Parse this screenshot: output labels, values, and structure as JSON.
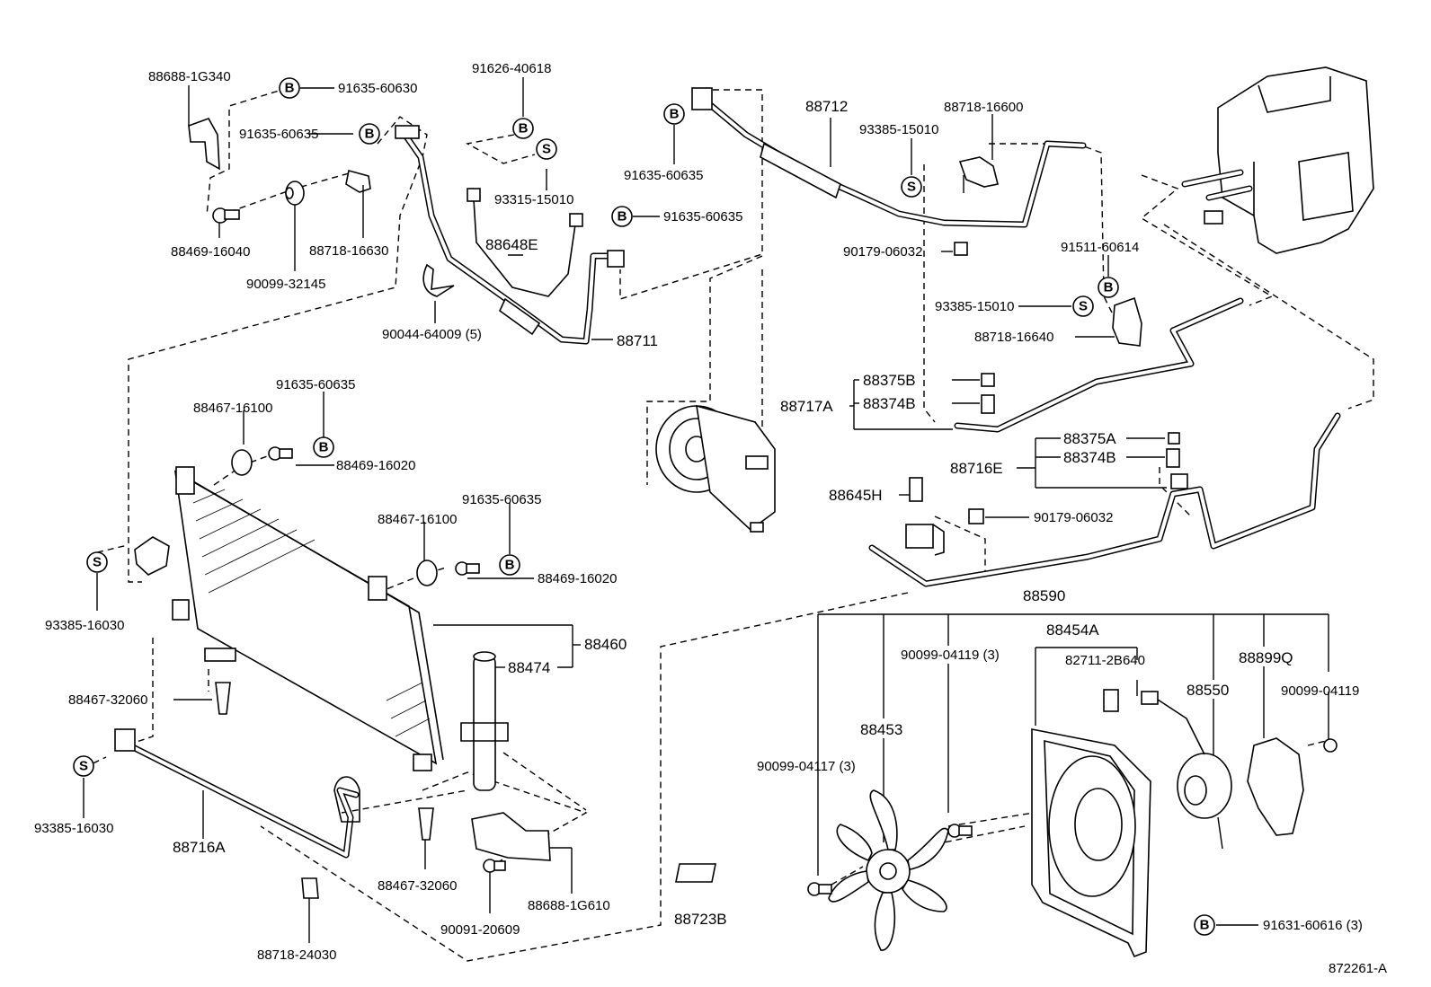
{
  "diagram_id": "872261-A",
  "marks": {
    "B": "B",
    "S": "S"
  },
  "labels": {
    "p88688_1g340": "88688-1G340",
    "p91635_60630": "91635-60630",
    "p91626_40618": "91626-40618",
    "p91635_60635_a": "91635-60635",
    "p93315_15010": "93315-15010",
    "p88469_16040": "88469-16040",
    "p90099_32145": "90099-32145",
    "p88718_16630": "88718-16630",
    "p88648e": "88648E",
    "p90044_64009": "90044-64009 (5)",
    "p88711": "88711",
    "p91635_60635_b": "91635-60635",
    "p91635_60635_c": "91635-60635",
    "p88712": "88712",
    "p88718_16600": "88718-16600",
    "p93385_15010_a": "93385-15010",
    "p90179_06032_a": "90179-06032",
    "p91511_60614": "91511-60614",
    "p93385_15010_b": "93385-15010",
    "p88718_16640": "88718-16640",
    "p88375b": "88375B",
    "p88374b_a": "88374B",
    "p88717a": "88717A",
    "p88375a": "88375A",
    "p88374b_b": "88374B",
    "p88716e": "88716E",
    "p88645h": "88645H",
    "p90179_06032_b": "90179-06032",
    "p91635_60635_d": "91635-60635",
    "p88467_16100_a": "88467-16100",
    "p88469_16020_a": "88469-16020",
    "p91635_60635_e": "91635-60635",
    "p88467_16100_b": "88467-16100",
    "p88469_16020_b": "88469-16020",
    "p93385_16030_a": "93385-16030",
    "p88460": "88460",
    "p88474": "88474",
    "p88467_32060_a": "88467-32060",
    "p93385_16030_b": "93385-16030",
    "p88716a": "88716A",
    "p88467_32060_b": "88467-32060",
    "p88688_1g610": "88688-1G610",
    "p90091_20609": "90091-20609",
    "p88718_24030": "88718-24030",
    "p88723b": "88723B",
    "p88590": "88590",
    "p88454a": "88454A",
    "p90099_04119_3": "90099-04119 (3)",
    "p82711_2b640": "82711-2B640",
    "p88899q": "88899Q",
    "p88550": "88550",
    "p90099_04119": "90099-04119",
    "p88453": "88453",
    "p90099_04117": "90099-04117 (3)",
    "p91631_60616": "91631-60616 (3)"
  }
}
